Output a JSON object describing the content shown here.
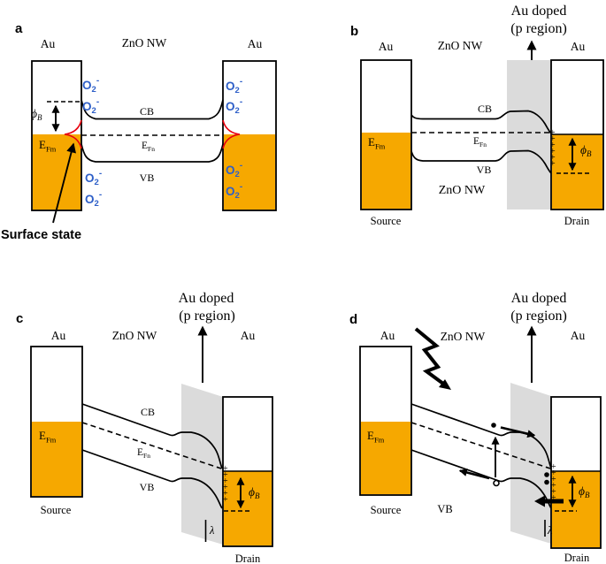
{
  "figure": {
    "colors": {
      "gold": "#F6A800",
      "gray": "#DBDBDB",
      "red": "#E8000D",
      "blue": "#2E5FC8",
      "ink": "#000000"
    },
    "panels": {
      "a": {
        "letter": "a",
        "au_left": "Au",
        "material": "ZnO NW",
        "au_right": "Au",
        "cb": "CB",
        "vb": "VB",
        "efm_base": "E",
        "efm_sub": "Fm",
        "efn_base": "E",
        "efn_sub": "Fn",
        "phi_base": "ϕ",
        "phi_sub": "B",
        "o2_base": "O",
        "o2_sub": "2",
        "o2_sup": "-",
        "surface_state": "Surface state"
      },
      "b": {
        "letter": "b",
        "au_left": "Au",
        "material": "ZnO NW",
        "au_right": "Au",
        "doped_line1": "Au doped",
        "doped_line2": "(p region)",
        "cb": "CB",
        "vb": "VB",
        "efm_base": "E",
        "efm_sub": "Fm",
        "efn_base": "E",
        "efn_sub": "Fn",
        "phi_base": "ϕ",
        "phi_sub": "B",
        "material_bottom": "ZnO NW",
        "plus": "+",
        "source": "Source",
        "drain": "Drain"
      },
      "c": {
        "letter": "c",
        "au_left": "Au",
        "material": "ZnO NW",
        "au_right": "Au",
        "doped_line1": "Au doped",
        "doped_line2": "(p region)",
        "cb": "CB",
        "vb": "VB",
        "efm_base": "E",
        "efm_sub": "Fm",
        "efn_base": "E",
        "efn_sub": "Fn",
        "phi_base": "ϕ",
        "phi_sub": "B",
        "lambda": "λ",
        "plus": "+",
        "source": "Source",
        "drain": "Drain"
      },
      "d": {
        "letter": "d",
        "au_left": "Au",
        "material": "ZnO NW",
        "au_right": "Au",
        "doped_line1": "Au doped",
        "doped_line2": "(p region)",
        "vb": "VB",
        "efm_base": "E",
        "efm_sub": "Fm",
        "phi_base": "ϕ",
        "phi_sub": "B",
        "lambda": "λ",
        "plus": "+",
        "source": "Source",
        "drain": "Drain"
      }
    }
  }
}
